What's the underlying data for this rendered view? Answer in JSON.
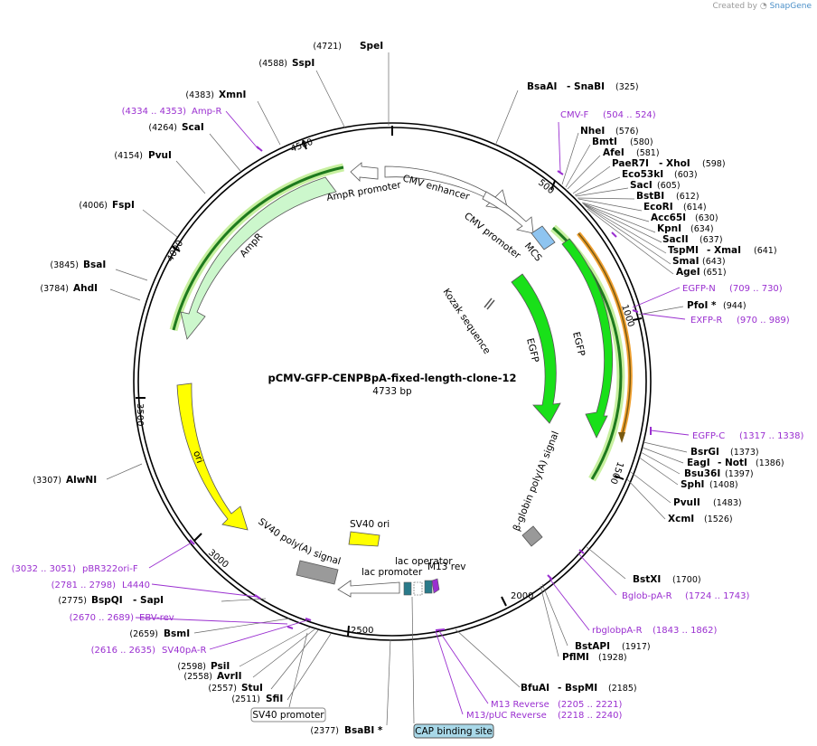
{
  "credit": {
    "created_by": "Created by",
    "brand": "SnapGene"
  },
  "plasmid": {
    "name": "pCMV-GFP-CENPBpA-fixed-length-clone-12",
    "length": "4733 bp",
    "length_bp": 4733
  },
  "ring_ticks": [
    "500",
    "1000",
    "1500",
    "2000",
    "2500",
    "3000",
    "3500",
    "4000",
    "4500"
  ],
  "sites": [
    {
      "name": "SpeI",
      "pos": "(4721)"
    },
    {
      "name": "SspI",
      "pos": "(4588)"
    },
    {
      "name": "XmnI",
      "pos": "(4383)"
    },
    {
      "name": "ScaI",
      "pos": "(4264)"
    },
    {
      "name": "PvuI",
      "pos": "(4154)"
    },
    {
      "name": "FspI",
      "pos": "(4006)"
    },
    {
      "name": "BsaI",
      "pos": "(3845)"
    },
    {
      "name": "AhdI",
      "pos": "(3784)"
    },
    {
      "name": "AlwNI",
      "pos": "(3307)"
    },
    {
      "name": "BspQI",
      "name2": "- SapI",
      "pos": "(2775)"
    },
    {
      "name": "BsmI",
      "pos": "(2659)"
    },
    {
      "name": "PsiI",
      "pos": "(2598)"
    },
    {
      "name": "AvrII",
      "pos": "(2558)"
    },
    {
      "name": "StuI",
      "pos": "(2557)"
    },
    {
      "name": "SfiI",
      "pos": "(2511)"
    },
    {
      "name": "BsaBI *",
      "pos": "(2377)"
    },
    {
      "name": "BsaAI",
      "name2": "- SnaBI",
      "pos": "(325)"
    },
    {
      "name": "NheI",
      "pos": "(576)"
    },
    {
      "name": "BmtI",
      "pos": "(580)"
    },
    {
      "name": "AfeI",
      "pos": "(581)"
    },
    {
      "name": "PaeR7I",
      "name2": "- XhoI",
      "pos": "(598)"
    },
    {
      "name": "Eco53kI",
      "pos": "(603)"
    },
    {
      "name": "SacI",
      "pos": "(605)"
    },
    {
      "name": "BstBI",
      "pos": "(612)"
    },
    {
      "name": "EcoRI",
      "pos": "(614)"
    },
    {
      "name": "Acc65I",
      "pos": "(630)"
    },
    {
      "name": "KpnI",
      "pos": "(634)"
    },
    {
      "name": "SacII",
      "pos": "(637)"
    },
    {
      "name": "TspMI",
      "name2": "- XmaI",
      "pos": "(641)"
    },
    {
      "name": "SmaI",
      "pos": "(643)"
    },
    {
      "name": "AgeI",
      "pos": "(651)"
    },
    {
      "name": "PfoI *",
      "pos": "(944)"
    },
    {
      "name": "BsrGI",
      "pos": "(1373)"
    },
    {
      "name": "EagI",
      "name2": "- NotI",
      "pos": "(1386)"
    },
    {
      "name": "Bsu36I",
      "pos": "(1397)"
    },
    {
      "name": "SphI",
      "pos": "(1408)"
    },
    {
      "name": "PvuII",
      "pos": "(1483)"
    },
    {
      "name": "XcmI",
      "pos": "(1526)"
    },
    {
      "name": "BstXI",
      "pos": "(1700)"
    },
    {
      "name": "BstAPI",
      "pos": "(1917)"
    },
    {
      "name": "PflMI",
      "pos": "(1928)"
    },
    {
      "name": "BfuAI",
      "name2": "- BspMI",
      "pos": "(2185)"
    }
  ],
  "primers": [
    {
      "name": "Amp-R",
      "range": "(4334 .. 4353)"
    },
    {
      "name": "CMV-F",
      "range": "(504 .. 524)"
    },
    {
      "name": "EGFP-N",
      "range": "(709 .. 730)"
    },
    {
      "name": "EXFP-R",
      "range": "(970 .. 989)"
    },
    {
      "name": "EGFP-C",
      "range": "(1317 .. 1338)"
    },
    {
      "name": "Bglob-pA-R",
      "range": "(1724 .. 1743)"
    },
    {
      "name": "rbglobpA-R",
      "range": "(1843 .. 1862)"
    },
    {
      "name": "M13 Reverse",
      "range": "(2205 .. 2221)"
    },
    {
      "name": "M13/pUC Reverse",
      "range": "(2218 .. 2240)"
    },
    {
      "name": "pBR322ori-F",
      "range": "(3032 .. 3051)"
    },
    {
      "name": "L4440",
      "range": "(2781 .. 2798)"
    },
    {
      "name": "EBV-rev",
      "range": "(2670 .. 2689)"
    },
    {
      "name": "SV40pA-R",
      "range": "(2616 .. 2635)"
    }
  ],
  "features": {
    "cmv_enhancer": "CMV enhancer",
    "cmv_promoter": "CMV promoter",
    "mcs": "MCS",
    "kozak": "Kozak sequence",
    "egfp_inner": "EGFP",
    "egfp_outer": "EGFP",
    "beta_globin": "β-globin poly(A) signal",
    "sv40_ori": "SV40 ori",
    "sv40_polya": "SV40 poly(A) signal",
    "lac_promoter": "lac promoter",
    "lac_operator": "lac operator",
    "m13_rev": "M13 rev",
    "ori": "ori",
    "ampr": "AmpR",
    "ampr_promoter": "AmpR promoter"
  },
  "boxes": {
    "sv40_promoter": "SV40 promoter",
    "cap_site": "CAP binding site"
  },
  "colors": {
    "primer": "#9a2fd0",
    "egfp": "#19e019",
    "ampr": "#ccf7cc",
    "ori": "#ffff00",
    "orf_glow": "#c8f0a0",
    "orange": "#f0a030",
    "cap_box": "#a8d8e8"
  }
}
